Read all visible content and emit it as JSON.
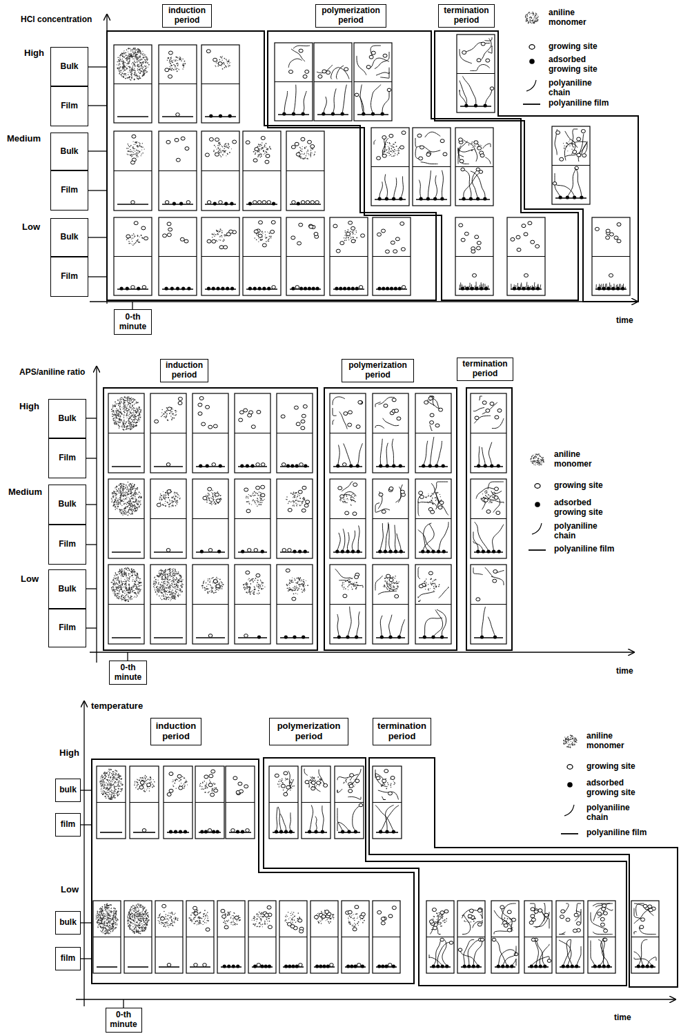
{
  "diagram": {
    "nodes": [
      {
        "text": [
          "induction period"
        ]
      },
      {
        "text": [
          "polymerization period"
        ]
      },
      {
        "text": [
          "termination period"
        ]
      },
      {
        "text": [
          "Bulk"
        ]
      },
      {
        "text": [
          "Film"
        ]
      },
      {
        "text": [
          "Bulk"
        ]
      },
      {
        "text": [
          "Film"
        ]
      },
      {
        "text": [
          "Bulk"
        ]
      },
      {
        "text": [
          "Film"
        ]
      },
      {
        "text": [
          "0-th minute"
        ]
      },
      {
        "text": [
          "induction period"
        ]
      },
      {
        "text": [
          "polymerization period"
        ]
      },
      {
        "text": [
          "termination period"
        ]
      },
      {
        "text": [
          "Bulk"
        ]
      },
      {
        "text": [
          "Film"
        ]
      },
      {
        "text": [
          "Bulk"
        ]
      },
      {
        "text": [
          "Film"
        ]
      },
      {
        "text": [
          "Bulk"
        ]
      },
      {
        "text": [
          "Film"
        ]
      },
      {
        "text": [
          "0-th minute"
        ]
      },
      {
        "text": [
          "induction period"
        ]
      },
      {
        "text": [
          "polymerization period"
        ]
      },
      {
        "text": [
          "termination period"
        ]
      },
      {
        "text": [
          "bulk"
        ]
      },
      {
        "text": [
          "film"
        ]
      },
      {
        "text": [
          "bulk"
        ]
      },
      {
        "text": [
          "film"
        ]
      },
      {
        "text": [
          "0-th minute"
        ]
      }
    ],
    "labels": [
      "HCl concentration",
      "High",
      "Medium",
      "Low",
      "time",
      "APS/aniline ratio",
      "High",
      "Medium",
      "Low",
      "time",
      "temperature",
      "High",
      "Low",
      "time"
    ],
    "legend": [
      {
        "text": "aniline monomer"
      },
      {
        "text": "growing site"
      },
      {
        "text": "adsorbed growing site"
      },
      {
        "text": "polyaniline chain"
      },
      {
        "text": "polyaniline film"
      },
      {
        "text": "aniline monomer"
      },
      {
        "text": "growing site"
      },
      {
        "text": "adsorbed growing site"
      },
      {
        "text": "polyaniline chain"
      },
      {
        "text": "polyaniline film"
      },
      {
        "text": "aniline monomer"
      },
      {
        "text": "growing site"
      },
      {
        "text": "adsorbed growing site"
      },
      {
        "text": "polyaniline chain"
      },
      {
        "text": "polyaniline film"
      }
    ]
  }
}
